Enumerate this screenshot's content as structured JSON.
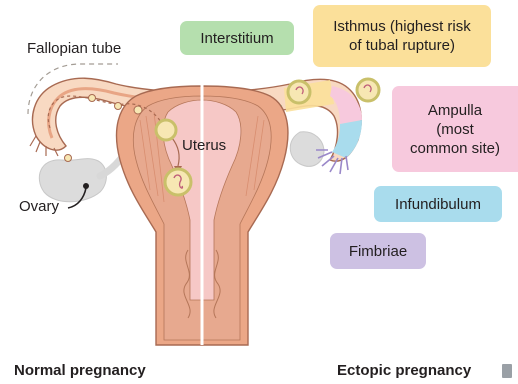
{
  "labels": {
    "fallopian_tube": "Fallopian tube",
    "uterus": "Uterus",
    "ovary": "Ovary",
    "normal_pregnancy": "Normal pregnancy",
    "ectopic_pregnancy": "Ectopic pregnancy"
  },
  "sites": {
    "interstitium": "Interstitium",
    "isthmus_line1": "Isthmus (highest risk",
    "isthmus_line2": "of tubal rupture)",
    "ampulla_line1": "Ampulla",
    "ampulla_line2": "(most",
    "ampulla_line3": "common site)",
    "infundibulum": "Infundibulum",
    "fimbriae": "Fimbriae"
  },
  "colors": {
    "interstitium": "#b5dfae",
    "isthmus": "#fbe09a",
    "ampulla": "#f7c9dd",
    "infundibulum": "#a9dced",
    "fimbriae": "#cdc1e3",
    "tissue_light": "#f8d9c2",
    "tissue_mid": "#eba787",
    "outline": "#a86a52",
    "muscle": "#e7a98f",
    "cavity": "#f6c8c6",
    "embryo_ring": "#c9c06a",
    "embryo_fill": "#f7e7b3",
    "ovary": "#dcdcdc"
  }
}
